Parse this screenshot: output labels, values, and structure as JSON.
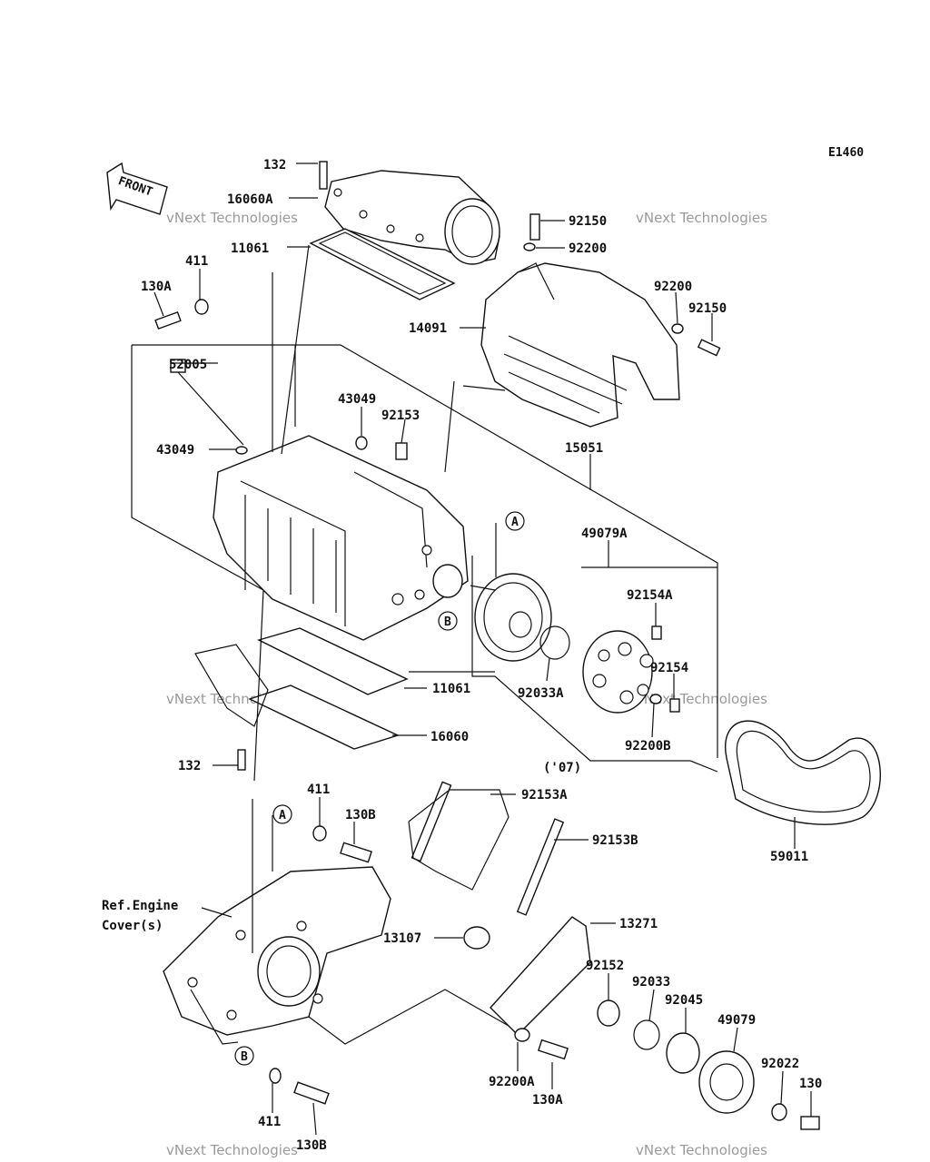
{
  "diagram_code": "E1460",
  "front_label": "FRONT",
  "ref_note_line1": "Ref.Engine",
  "ref_note_line2": "Cover(s)",
  "year_note": "('07)",
  "watermark_name": "vNext Technologies",
  "callout_letters": {
    "a1": "A",
    "b1": "B",
    "a2": "A",
    "b2": "B"
  },
  "parts": {
    "p132_top": "132",
    "p16060A": "16060A",
    "p11061_top": "11061",
    "p411_top": "411",
    "p130A_top": "130A",
    "p52005": "52005",
    "p43049_a": "43049",
    "p43049_b": "43049",
    "p92153": "92153",
    "p92150_a": "92150",
    "p92200_a": "92200",
    "p14091": "14091",
    "p92200_b": "92200",
    "p92150_b": "92150",
    "p15051": "15051",
    "p49079A": "49079A",
    "p92154A": "92154A",
    "p92154": "92154",
    "p92033A": "92033A",
    "p92200B": "92200B",
    "p11061_bot": "11061",
    "p16060": "16060",
    "p132_bot": "132",
    "p59011": "59011",
    "p92153A": "92153A",
    "p92153B": "92153B",
    "p411_mid": "411",
    "p130B_mid": "130B",
    "p13271": "13271",
    "p13107": "13107",
    "p92152": "92152",
    "p92033": "92033",
    "p92045": "92045",
    "p49079": "49079",
    "p92022": "92022",
    "p130": "130",
    "p92200A": "92200A",
    "p130A_bot": "130A",
    "p411_bot": "411",
    "p130B_bot": "130B"
  }
}
